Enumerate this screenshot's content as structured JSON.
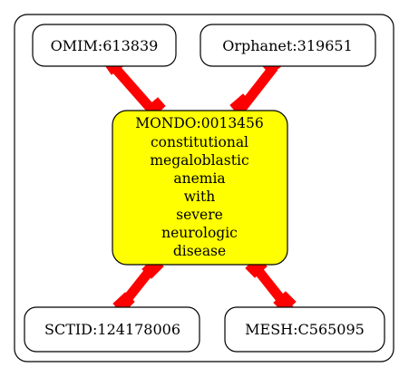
{
  "diagram": {
    "center": {
      "id": "MONDO:0013456",
      "label_lines": [
        "constitutional",
        "megaloblastic",
        "anemia",
        "with",
        "severe",
        "neurologic",
        "disease"
      ]
    },
    "nodes": {
      "omim": "OMIM:613839",
      "orphanet": "Orphanet:319651",
      "sctid": "SCTID:124178006",
      "mesh": "MESH:C565095"
    },
    "colors": {
      "center_fill": "#ffff00",
      "edge": "#ff0000",
      "node_fill": "#ffffff",
      "stroke": "#000000"
    }
  }
}
